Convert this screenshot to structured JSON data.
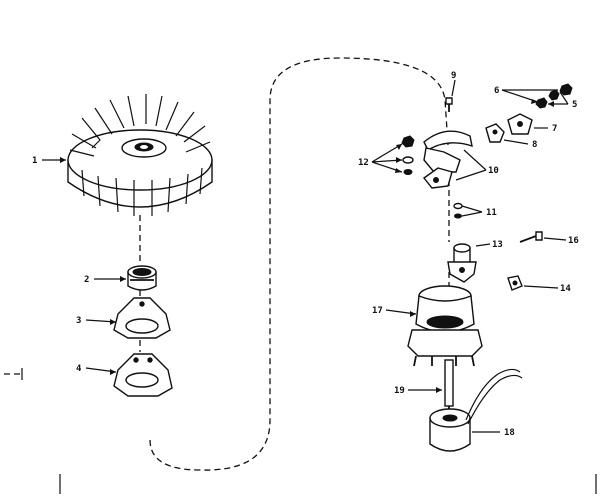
{
  "diagram": {
    "callouts": [
      {
        "id": "c1",
        "text": "1"
      },
      {
        "id": "c2",
        "text": "2"
      },
      {
        "id": "c3",
        "text": "3"
      },
      {
        "id": "c4",
        "text": "4"
      },
      {
        "id": "c5",
        "text": "5"
      },
      {
        "id": "c6",
        "text": "6"
      },
      {
        "id": "c7",
        "text": "7"
      },
      {
        "id": "c8",
        "text": "8"
      },
      {
        "id": "c9",
        "text": "9"
      },
      {
        "id": "c10",
        "text": "10"
      },
      {
        "id": "c11",
        "text": "11"
      },
      {
        "id": "c12",
        "text": "12"
      },
      {
        "id": "c13",
        "text": "13"
      },
      {
        "id": "c14",
        "text": "14"
      },
      {
        "id": "c16",
        "text": "16"
      },
      {
        "id": "c17",
        "text": "17"
      },
      {
        "id": "c18",
        "text": "18"
      },
      {
        "id": "c19",
        "text": "19"
      }
    ]
  }
}
